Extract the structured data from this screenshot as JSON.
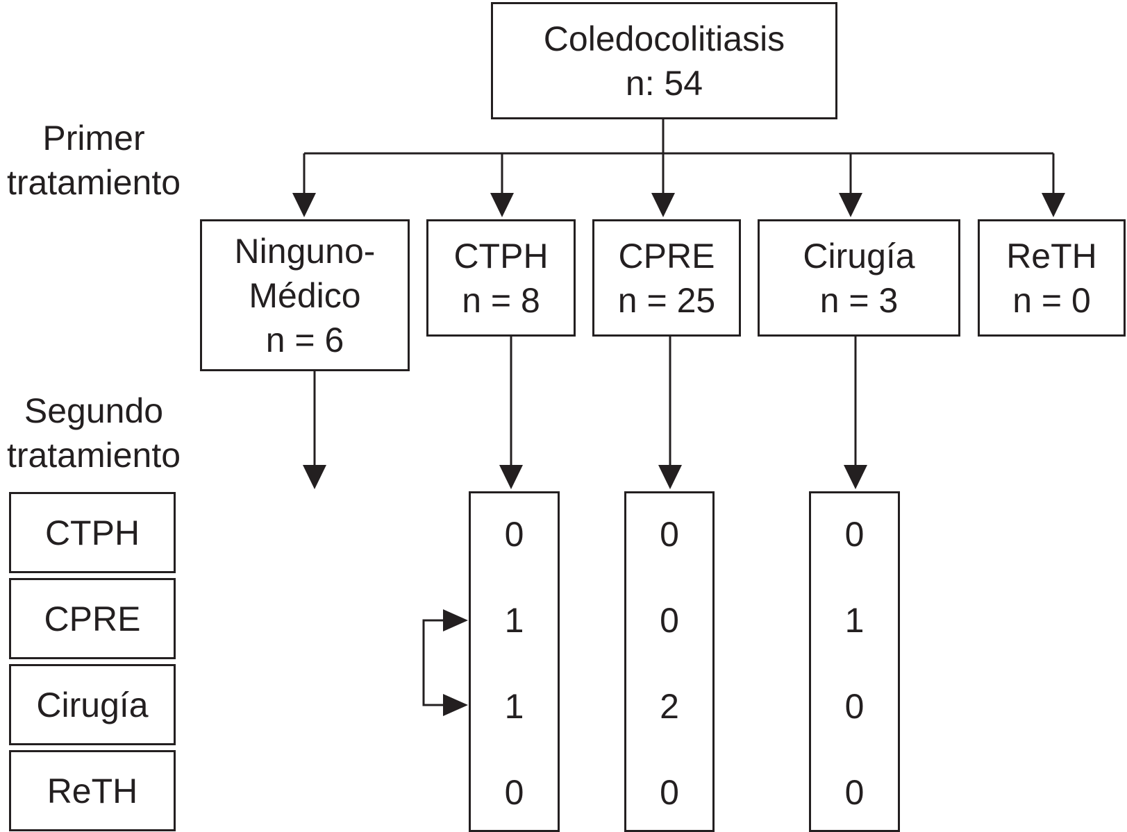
{
  "root": {
    "title": "Coledocolitiasis",
    "n": "n: 54"
  },
  "labels": {
    "first_treatment": [
      "Primer",
      "tratamiento"
    ],
    "second_treatment": [
      "Segundo",
      "tratamiento"
    ]
  },
  "first_treatments": [
    {
      "lines": [
        "Ninguno-",
        "Médico",
        "n = 6"
      ]
    },
    {
      "lines": [
        "CTPH",
        "n = 8"
      ]
    },
    {
      "lines": [
        "CPRE",
        "n = 25"
      ]
    },
    {
      "lines": [
        "Cirugía",
        "n = 3"
      ]
    },
    {
      "lines": [
        "ReTH",
        "n = 0"
      ]
    }
  ],
  "second_treatment_legend": [
    "CTPH",
    "CPRE",
    "Cirugía",
    "ReTH"
  ],
  "second_treatment_counts": {
    "from_CTPH": [
      "0",
      "1",
      "1",
      "0"
    ],
    "from_CPRE": [
      "0",
      "0",
      "2",
      "0"
    ],
    "from_Cirugia": [
      "0",
      "1",
      "0",
      "0"
    ]
  }
}
